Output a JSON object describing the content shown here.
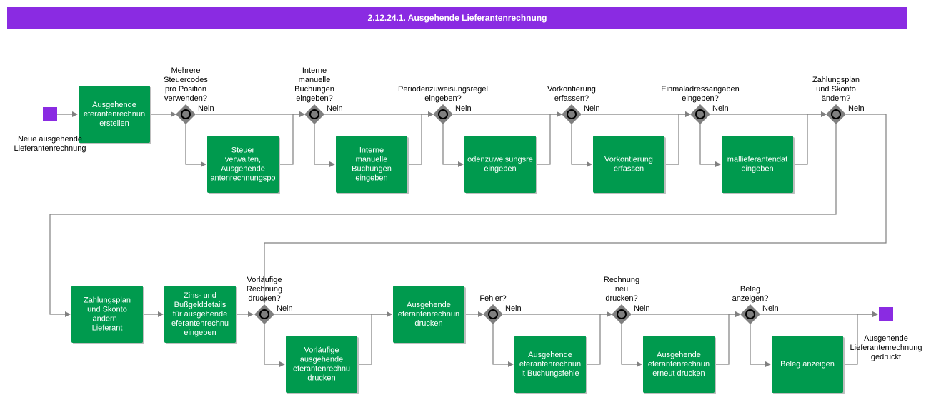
{
  "title": "2.12.24.1. Ausgehende Lieferantenrechnung",
  "colors": {
    "header": "#8a2be2",
    "task": "#009a4e",
    "event": "#8a2be2",
    "gateway": "#7f7f7f",
    "line": "#808080"
  },
  "events": [
    {
      "id": "start",
      "lines": [
        "Neue ausgehende",
        "Lieferantenrechnung"
      ]
    },
    {
      "id": "end",
      "lines": [
        "Ausgehende",
        "Lieferantenrechnung",
        "gedruckt"
      ]
    }
  ],
  "gateways": [
    {
      "id": "g1",
      "question": [
        "Mehrere",
        "Steuercodes",
        "pro Position",
        "verwenden?"
      ],
      "no": "Nein"
    },
    {
      "id": "g2",
      "question": [
        "Interne",
        "manuelle",
        "Buchungen",
        "eingeben?"
      ],
      "no": "Nein"
    },
    {
      "id": "g3",
      "question": [
        "Periodenzuweisungsregel",
        "eingeben?"
      ],
      "no": "Nein"
    },
    {
      "id": "g4",
      "question": [
        "Vorkontierung",
        "erfassen?"
      ],
      "no": "Nein"
    },
    {
      "id": "g5",
      "question": [
        "Einmaladressangaben",
        "eingeben?"
      ],
      "no": "Nein"
    },
    {
      "id": "g6",
      "question": [
        "Zahlungsplan",
        "und Skonto",
        "ändern?"
      ],
      "no": "Nein"
    },
    {
      "id": "g7",
      "question": [
        "Vorläufige",
        "Rechnung",
        "drucken?"
      ],
      "no": "Nein"
    },
    {
      "id": "g8",
      "question": [
        "Fehler?"
      ],
      "no": "Nein"
    },
    {
      "id": "g9",
      "question": [
        "Rechnung",
        "neu",
        "drucken?"
      ],
      "no": "Nein"
    },
    {
      "id": "g10",
      "question": [
        "Beleg",
        "anzeigen?"
      ],
      "no": "Nein"
    }
  ],
  "tasks": [
    {
      "id": "t1",
      "lines": [
        "Ausgehende",
        "eferantenrechnun",
        "erstellen"
      ]
    },
    {
      "id": "t2",
      "lines": [
        "Steuer",
        "verwalten,",
        "Ausgehende",
        "antenrechnungspo"
      ]
    },
    {
      "id": "t3",
      "lines": [
        "Interne",
        "manuelle",
        "Buchungen",
        "eingeben"
      ]
    },
    {
      "id": "t4",
      "lines": [
        "odenzuweisungsre",
        "eingeben"
      ]
    },
    {
      "id": "t5",
      "lines": [
        "Vorkontierung",
        "erfassen"
      ]
    },
    {
      "id": "t6",
      "lines": [
        "mallieferantendat",
        "eingeben"
      ]
    },
    {
      "id": "t7",
      "lines": [
        "Zahlungsplan",
        "und Skonto",
        "ändern -",
        "Lieferant"
      ]
    },
    {
      "id": "t8",
      "lines": [
        "Zins- und",
        "Bußgelddetails",
        "für ausgehende",
        "eferantenrechnu",
        "eingeben"
      ]
    },
    {
      "id": "t9",
      "lines": [
        "Vorläufige",
        "ausgehende",
        "eferantenrechnu",
        "drucken"
      ]
    },
    {
      "id": "t10",
      "lines": [
        "Ausgehende",
        "eferantenrechnun",
        "drucken"
      ]
    },
    {
      "id": "t11",
      "lines": [
        "Ausgehende",
        "eferantenrechnun",
        "it Buchungsfehle"
      ]
    },
    {
      "id": "t12",
      "lines": [
        "Ausgehende",
        "eferantenrechnun",
        "erneut drucken"
      ]
    },
    {
      "id": "t13",
      "lines": [
        "Beleg anzeigen"
      ]
    }
  ]
}
